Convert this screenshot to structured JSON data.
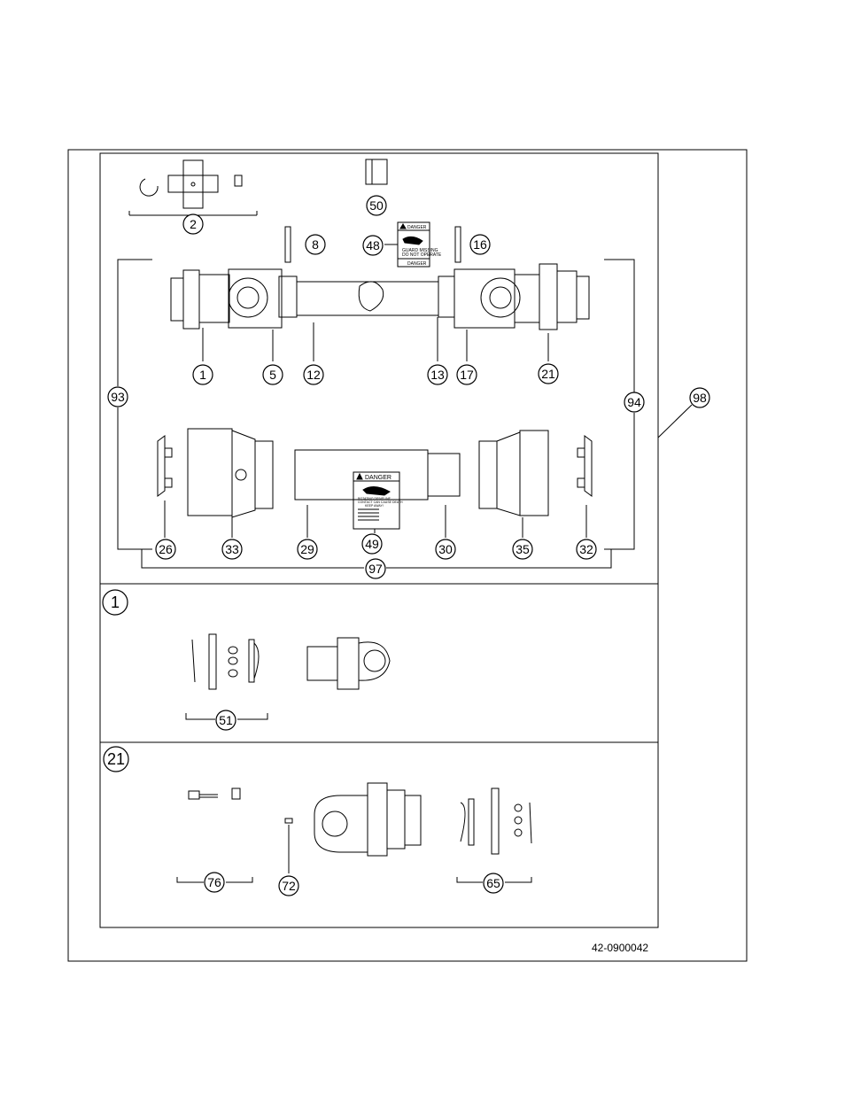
{
  "document_number": "42-0900042",
  "main_view": {
    "callouts": [
      "2",
      "50",
      "8",
      "48",
      "16",
      "1",
      "5",
      "12",
      "13",
      "17",
      "21",
      "93",
      "94",
      "98",
      "26",
      "33",
      "29",
      "49",
      "30",
      "35",
      "32",
      "97"
    ],
    "decal_top": {
      "header": "DANGER",
      "line1": "GUARD MISSING",
      "line2": "DO NOT OPERATE",
      "footer": "DANGER"
    },
    "decal_shield": {
      "header": "DANGER",
      "line1": "ROTATING DRIVELINE",
      "line2": "CONTACT CAN CAUSE DEATH",
      "line3": "KEEP AWAY!"
    }
  },
  "detail_1": {
    "section_label": "1",
    "callouts": [
      "51"
    ]
  },
  "detail_21": {
    "section_label": "21",
    "callouts": [
      "76",
      "72",
      "65"
    ]
  }
}
